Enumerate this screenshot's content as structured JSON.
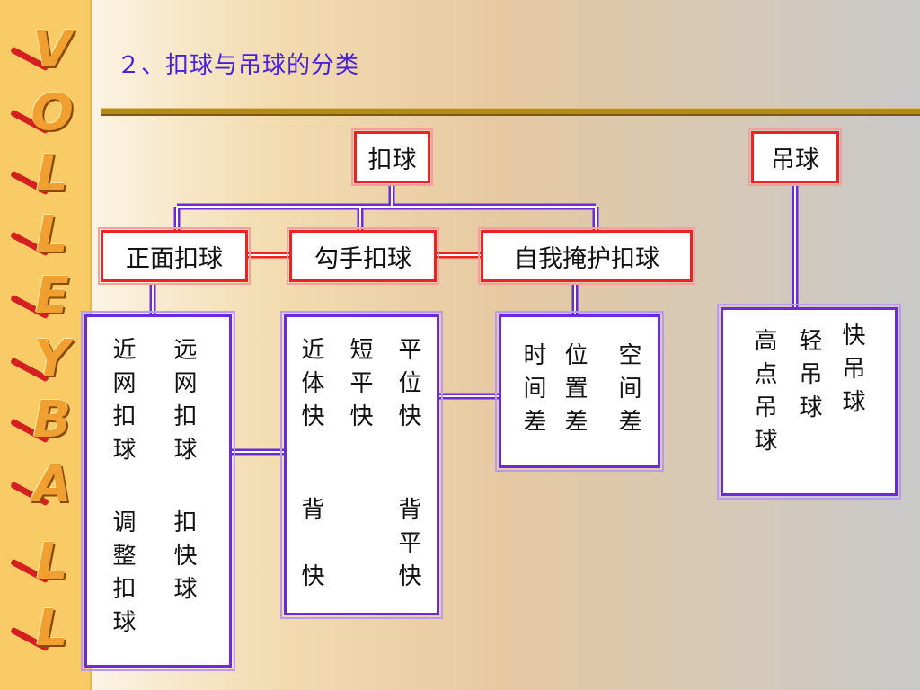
{
  "title": "２、扣球与吊球的分类",
  "sidebar_letters": [
    "V",
    "O",
    "L",
    "L",
    "E",
    "Y",
    "B",
    "A",
    "L",
    "L"
  ],
  "nodes": {
    "spike": "扣球",
    "drop": "吊球",
    "front_spike": "正面扣球",
    "hook_spike": "勾手扣球",
    "self_cover_spike": "自我掩护扣球"
  },
  "front_spike_items": {
    "near_net": "近网扣球",
    "far_net": "远网扣球",
    "adjust": "调整扣球",
    "quick": "扣快球"
  },
  "hook_spike_items": {
    "near_body": "近体快",
    "short_flat": "短平快",
    "flat_pos": "平位快",
    "back_quick": "背快",
    "back_flat": "背平快"
  },
  "self_cover_items": {
    "time_diff": "时间差",
    "position_diff": "位置差",
    "space_diff": "空间差"
  },
  "drop_items": {
    "high_point": "高点吊球",
    "light_drop": "轻吊球",
    "quick_drop": "快吊球"
  },
  "colors": {
    "title": "#4820e0",
    "red_border": "#ee2222",
    "blue_border": "#6a2bd8",
    "sidebar": "#f8cb66",
    "rule": "#b08a1e"
  }
}
